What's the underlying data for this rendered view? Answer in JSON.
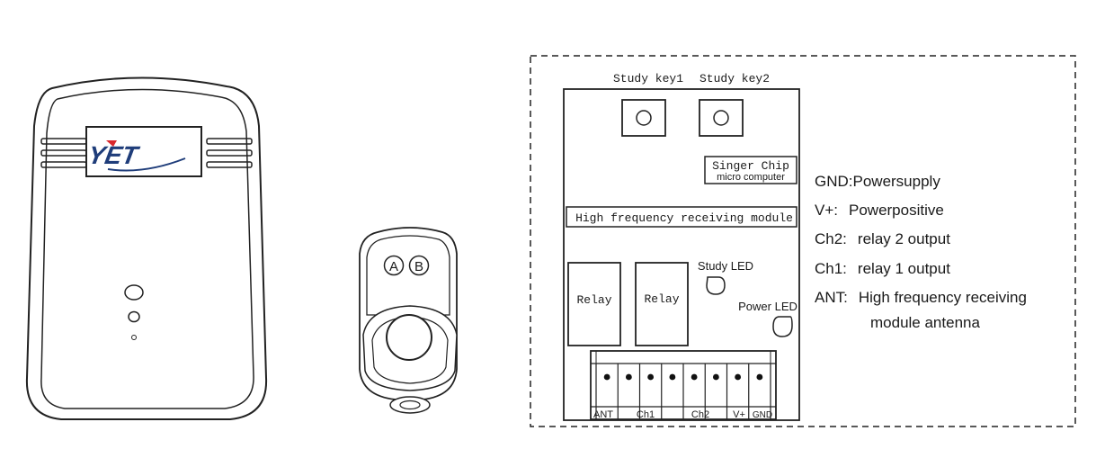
{
  "device": {
    "logo_text": "YET",
    "logo_accent": "#d8282d"
  },
  "remote": {
    "button_a": "A",
    "button_b": "B"
  },
  "board": {
    "study_key1": "Study key1",
    "study_key2": "Study key2",
    "chip_line1": "Singer Chip",
    "chip_line2": "micro computer",
    "module_label": "High frequency receiving module",
    "relay1": "Relay",
    "relay2": "Relay",
    "study_led": "Study LED",
    "power_led": "Power LED",
    "terminals": [
      "ANT",
      "Ch1",
      "Ch2",
      "V+",
      "GND"
    ]
  },
  "legend": [
    {
      "key": "GND:",
      "desc": "Powersupply"
    },
    {
      "key": "V+:",
      "desc": "Powerpositive"
    },
    {
      "key": "Ch2:",
      "desc": "relay 2 output"
    },
    {
      "key": "Ch1:",
      "desc": "relay 1 output"
    },
    {
      "key": "ANT:",
      "desc": "High frequency receiving"
    },
    {
      "key": "",
      "desc": "module antenna"
    }
  ]
}
